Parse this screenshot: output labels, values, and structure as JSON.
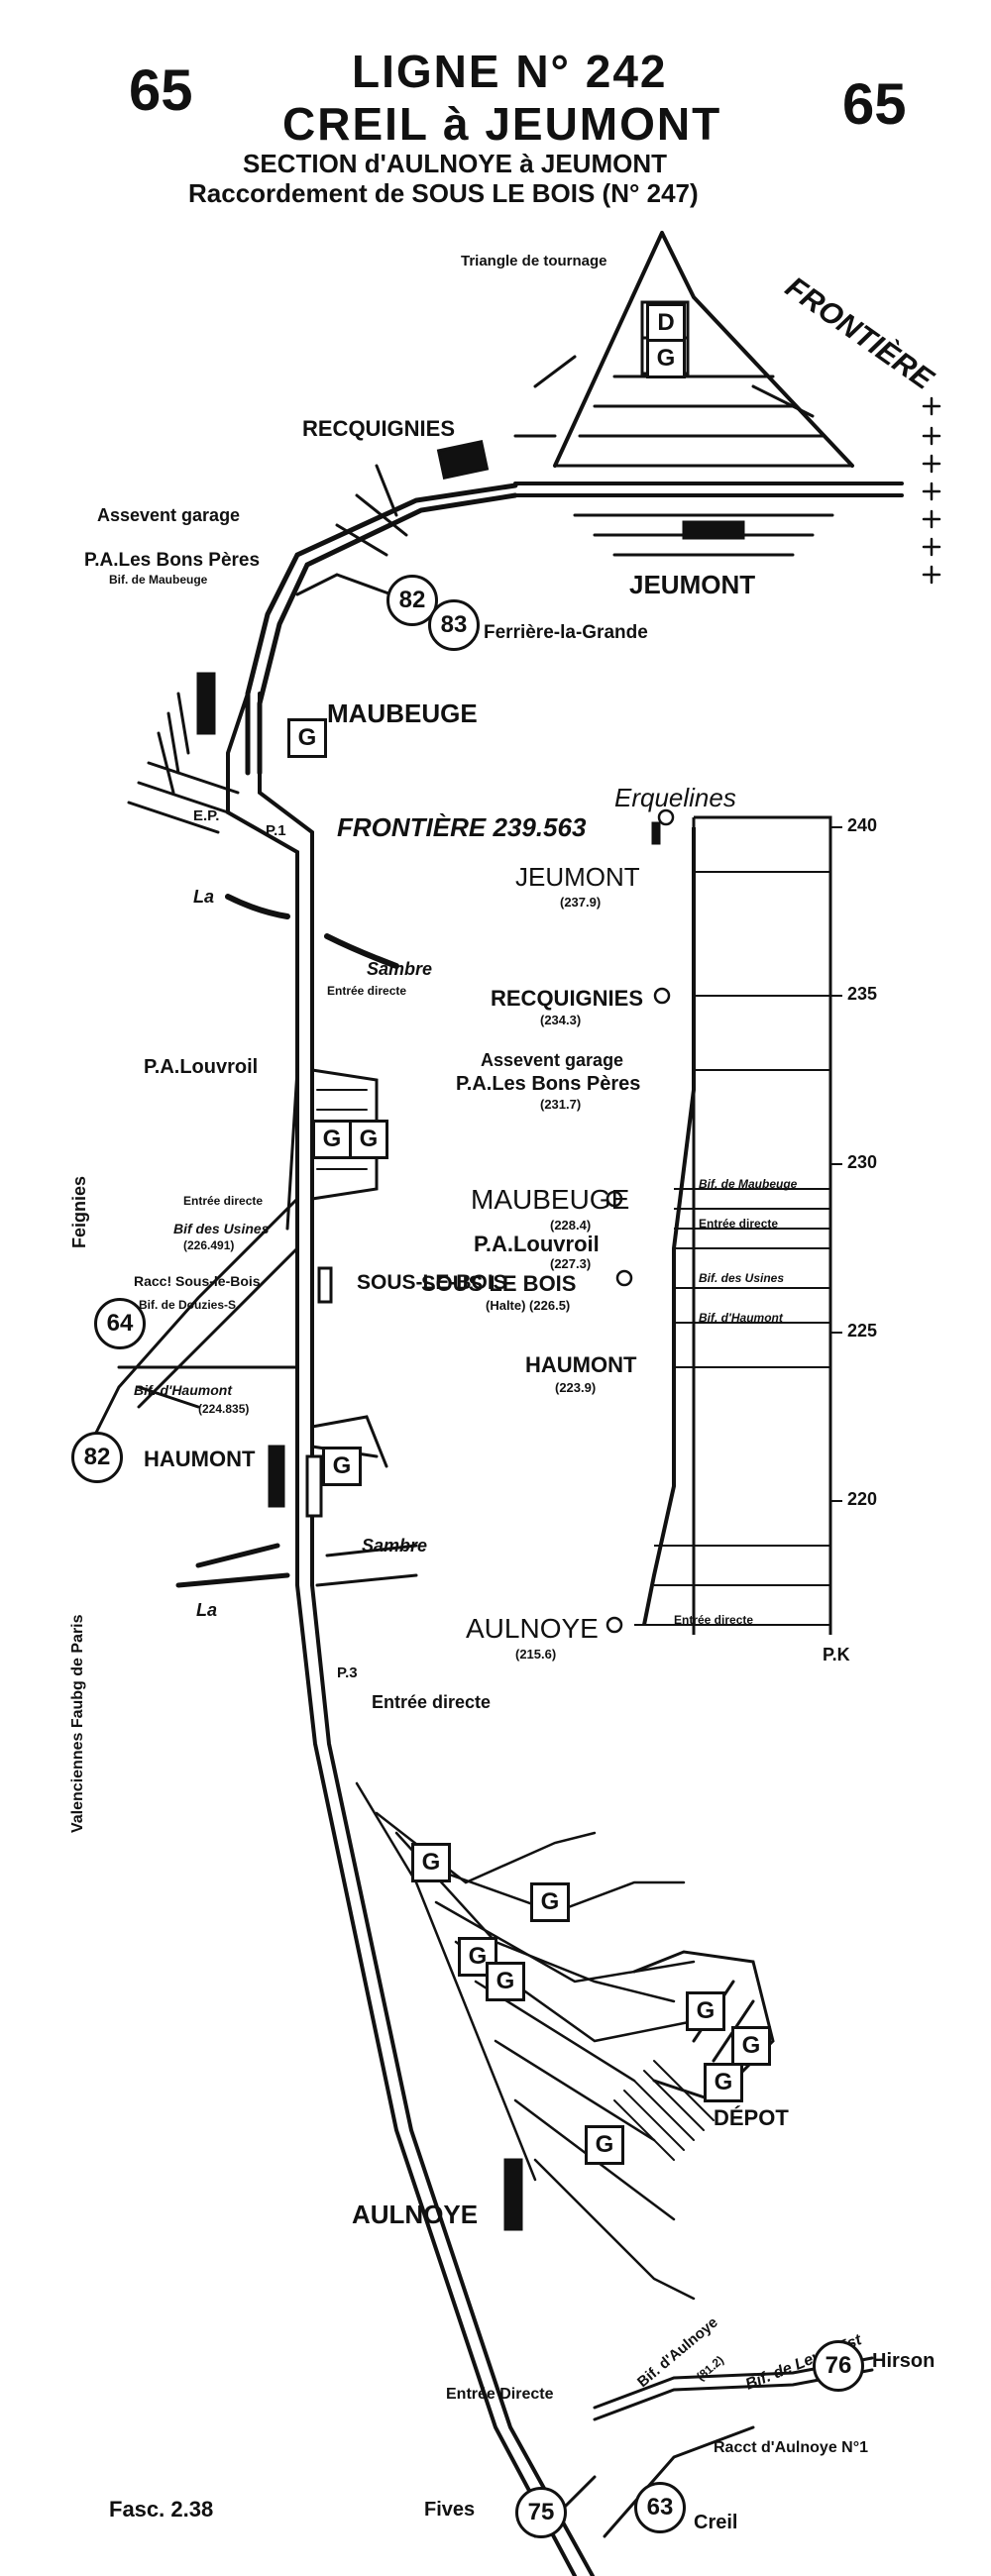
{
  "header": {
    "page_number_left": "65",
    "page_number_right": "65",
    "line_number": "LIGNE N° 242",
    "line_name": "CREIL à JEUMONT",
    "section": "SECTION d'AULNOYE à JEUMONT",
    "connection": "Raccordement de SOUS LE BOIS (N° 247)"
  },
  "map": {
    "triangle": "Triangle de tournage",
    "frontier_label": "FRONTIÈRE",
    "jeumont": "JEUMONT",
    "recquignies": "RECQUIGNIES",
    "assevent": "Assevent garage",
    "pa_bons_peres": "P.A.Les Bons Pères",
    "bif_maubeuge": "Bif. de Maubeuge",
    "ferriere": "Ferrière-la-Grande",
    "circle_82a": "82",
    "circle_83": "83",
    "maubeuge": "MAUBEUGE",
    "la_sambre_1": "La",
    "sambre_1": "Sambre",
    "entree_directe_1": "Entrée directe",
    "pa_louvroil": "P.A.Louvroil",
    "entree_directe_2": "Entrée directe",
    "bif_usines": "Bif des Usines",
    "bif_usines_pk": "(226.491)",
    "feignies": "Feignies",
    "racc_sous_le_bois": "Racc! Sous-le-Bois",
    "bif_douzies": "Bif. de Douzies-S.",
    "circle_64": "64",
    "sous_le_bois": "SOUS-LE-BOIS",
    "bif_haumont": "Bif. d'Haumont",
    "bif_haumont_pk": "(224.835)",
    "circle_82b": "82",
    "haumont": "HAUMONT",
    "valenciennes": "Valenciennes Faubg de Paris",
    "la_2": "La",
    "sambre_2": "Sambre",
    "entree_directe_3": "Entrée directe",
    "aulnoye": "AULNOYE",
    "depot": "DÉPOT",
    "bif_aulnoye": "Bif. d'Aulnoye",
    "bif_aulnoye_pk": "(81.2)",
    "entree_directe_4": "Entrée Directe",
    "bif_leval": "Bif. de Leval-Est",
    "circle_76": "76",
    "hirson": "Hirson",
    "racc_aulnoye": "Racct d'Aulnoye N°1",
    "circle_75": "75",
    "fives": "Fives",
    "circle_63": "63",
    "creil": "Creil",
    "fasc": "Fasc. 2.38",
    "g": "G",
    "d": "D",
    "ep": "E.P.",
    "p1": "P.1",
    "p3": "P.3"
  },
  "profile": {
    "erquelines": "Erquelines",
    "frontier": "FRONTIÈRE 239.563",
    "pk_label": "P.K",
    "pk_ticks": [
      "240",
      "235",
      "230",
      "225",
      "220"
    ],
    "stations": [
      {
        "name": "JEUMONT",
        "pk": "(237.9)"
      },
      {
        "name": "RECQUIGNIES",
        "pk": "(234.3)"
      },
      {
        "name": "Assevent garage",
        "pk": ""
      },
      {
        "name": "P.A.Les Bons Pères",
        "pk": "(231.7)"
      },
      {
        "name": "MAUBEUGE",
        "pk": "(228.4)"
      },
      {
        "name": "P.A.Louvroil",
        "pk": "(227.3)"
      },
      {
        "name": "SOUS LE BOIS",
        "pk": "(Halte) (226.5)"
      },
      {
        "name": "HAUMONT",
        "pk": "(223.9)"
      },
      {
        "name": "AULNOYE",
        "pk": "(215.6)"
      }
    ],
    "annotations": [
      "Bif. de Maubeuge",
      "Entrée directe",
      "Bif. des Usines",
      "Bif. d'Haumont",
      "Entrée directe"
    ]
  }
}
